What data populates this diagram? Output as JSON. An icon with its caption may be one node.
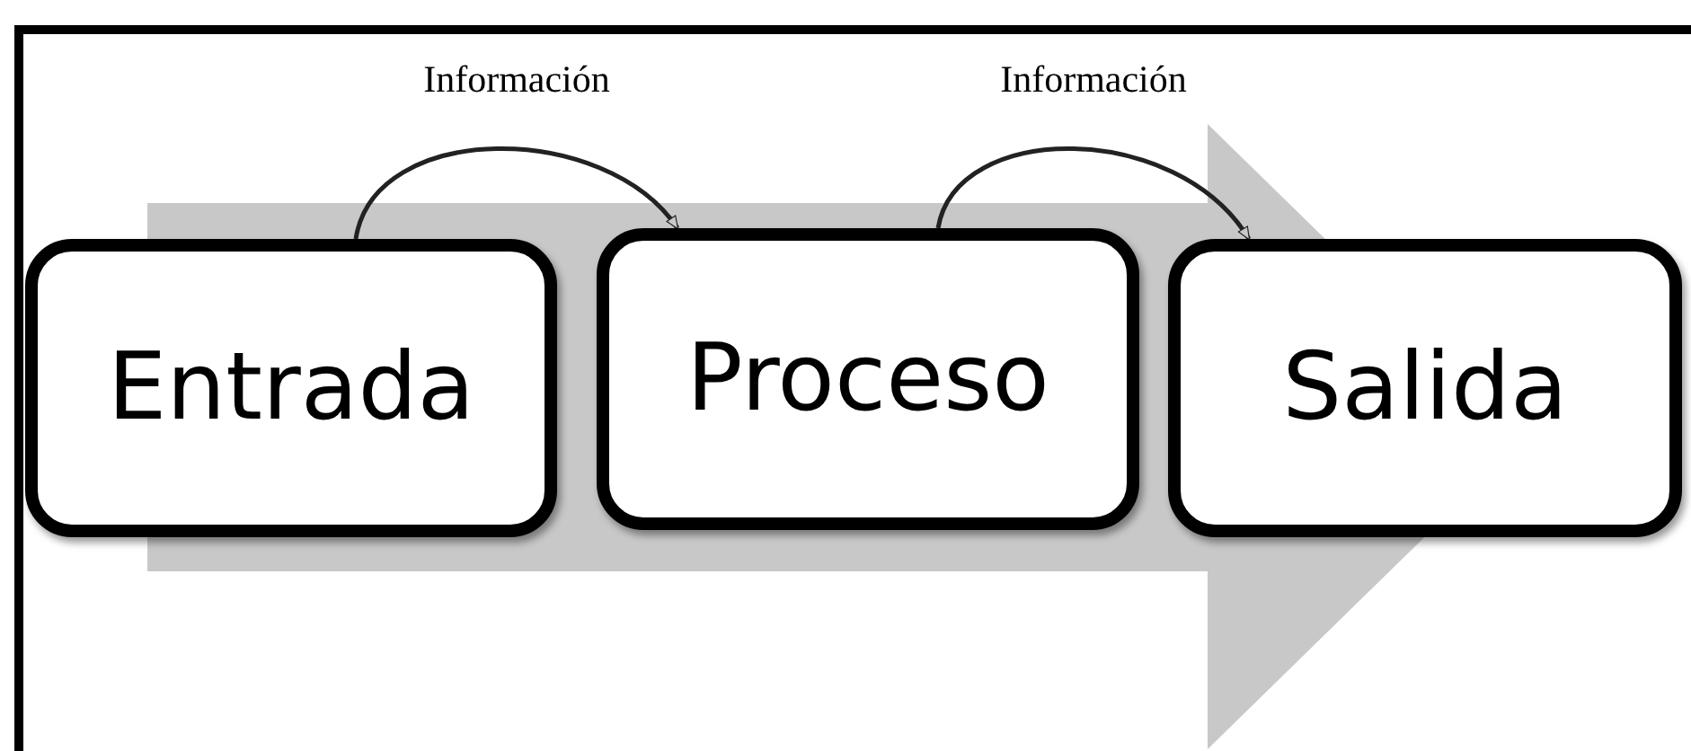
{
  "diagram": {
    "nodes": [
      {
        "text": [
          "Entrada"
        ]
      },
      {
        "text": [
          "Proceso"
        ]
      },
      {
        "text": [
          "Salida"
        ]
      }
    ],
    "edges": [
      {
        "from": 0,
        "to": 1,
        "arrow": "to",
        "label": "Información"
      },
      {
        "from": 1,
        "to": 2,
        "arrow": "to",
        "label": "Información"
      },
      {
        "from": 0,
        "to": 2,
        "arrow": "to",
        "style": "thick",
        "color": "#c8c8c8"
      }
    ]
  }
}
